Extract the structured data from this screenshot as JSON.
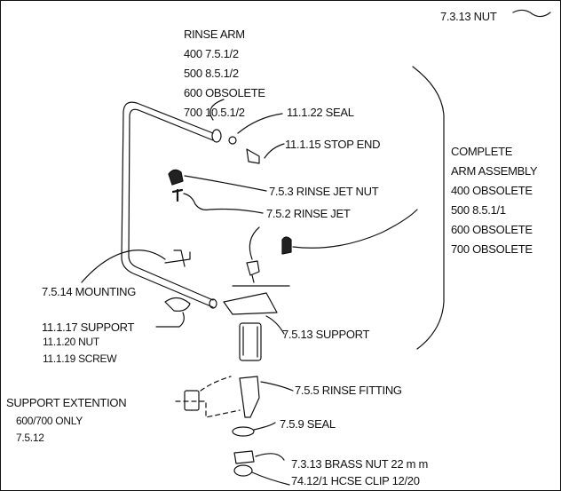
{
  "labels": {
    "top_nut": "7.3.13 NUT",
    "seal_1": "11.1.22 SEAL",
    "stop_end": "11.1.15 STOP END",
    "rinse_jet_nut": "7.5.3 RINSE JET NUT",
    "rinse_jet": "7.5.2 RINSE JET",
    "mounting": "7.5.14 MOUNTING",
    "support_1": "11.1.17 SUPPORT",
    "nut": "11.1.20 NUT",
    "screw": "11.1.19 SCREW",
    "support_2": "7.5.13 SUPPORT",
    "rinse_fitting": "7.5.5 RINSE FITTING",
    "seal_2": "7.5.9 SEAL",
    "brass_nut": "7.3.13 BRASS NUT 22 m m",
    "hose_clip": "74.12/1 HCSE CLIP 12/20"
  },
  "rinse_arm": {
    "title": "RINSE ARM",
    "rows": [
      "400  7.5.1/2",
      "500  8.5.1/2",
      "600  OBSOLETE",
      "700  10.5.1/2"
    ]
  },
  "complete_arm": {
    "title_1": "COMPLETE",
    "title_2": "ARM ASSEMBLY",
    "rows": [
      "400   OBSOLETE",
      "500  8.5.1/1",
      "600  OBSOLETE",
      "700  OBSOLETE"
    ]
  },
  "support_extension": {
    "title": "SUPPORT EXTENTION",
    "sub": "600/700 ONLY",
    "code": "7.5.12"
  }
}
